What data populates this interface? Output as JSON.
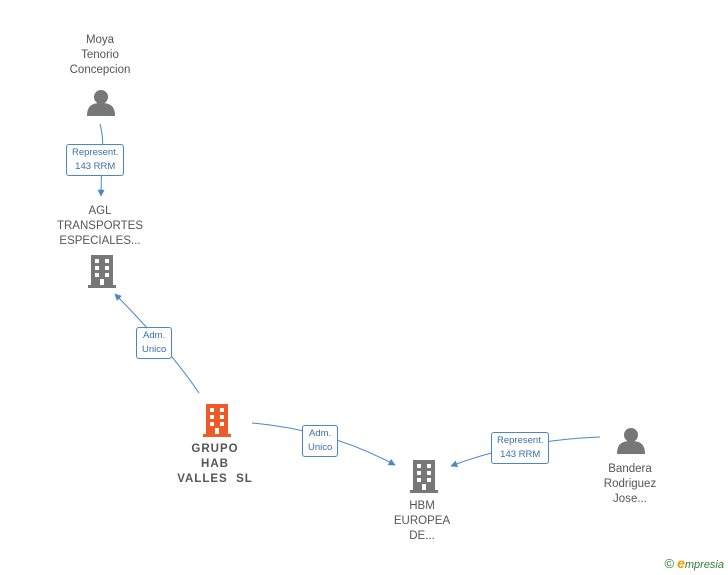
{
  "nodes": {
    "moya": {
      "lines": [
        "Moya",
        "Tenorio",
        "Concepcion"
      ],
      "icon": "person-icon"
    },
    "agl": {
      "lines": [
        "AGL",
        "TRANSPORTES",
        "ESPECIALES..."
      ],
      "icon": "building-icon"
    },
    "grupo": {
      "lines": [
        "GRUPO",
        "HAB",
        "VALLES  SL"
      ],
      "icon": "building-icon-highlight"
    },
    "hbm": {
      "lines": [
        "HBM",
        "EUROPEA",
        "DE..."
      ],
      "icon": "building-icon"
    },
    "bandera": {
      "lines": [
        "Bandera",
        "Rodriguez",
        "Jose..."
      ],
      "icon": "person-icon"
    }
  },
  "edges": {
    "moya_agl": {
      "lines": [
        "Represent.",
        "143 RRM"
      ]
    },
    "grupo_agl": {
      "lines": [
        "Adm.",
        "Unico"
      ]
    },
    "grupo_hbm": {
      "lines": [
        "Adm.",
        "Unico"
      ]
    },
    "bandera_hbm": {
      "lines": [
        "Represent.",
        "143 RRM"
      ]
    }
  },
  "brand": {
    "copyright": "©",
    "initial": "e",
    "rest": "mpresia"
  },
  "colors": {
    "edge": "#4a86c8",
    "node_gray": "#777777",
    "node_highlight": "#f05a28"
  }
}
